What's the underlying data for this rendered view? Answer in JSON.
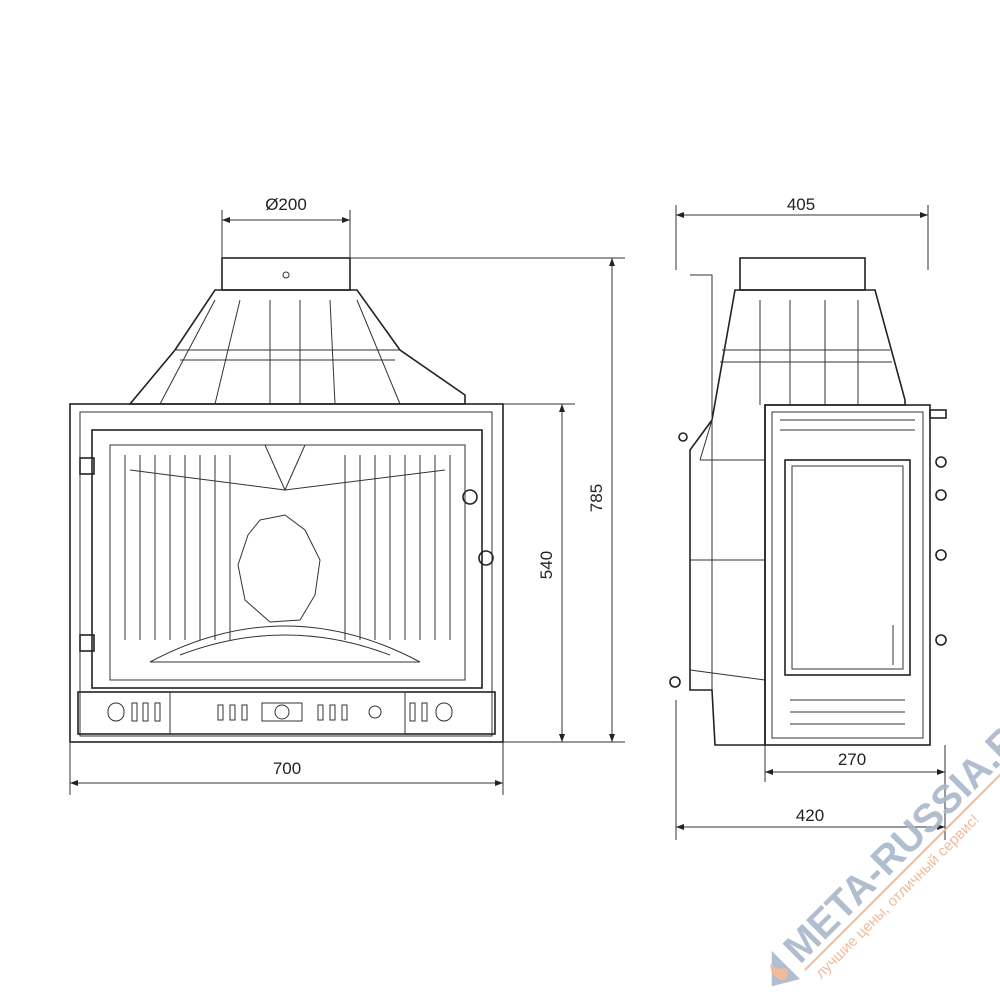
{
  "dimensions": {
    "flue_diameter": "Ø200",
    "front_width": "700",
    "front_height": "540",
    "total_height": "785",
    "side_top_depth": "405",
    "side_front_width": "270",
    "side_total_depth": "420"
  },
  "watermark": {
    "brand": "META-RUSSIA.RU",
    "slogan": "лучшие цены, отличный сервис!"
  },
  "colors": {
    "line": "#222222",
    "watermark_blue": "#a9b8cc",
    "watermark_orange": "#f0b48e"
  }
}
